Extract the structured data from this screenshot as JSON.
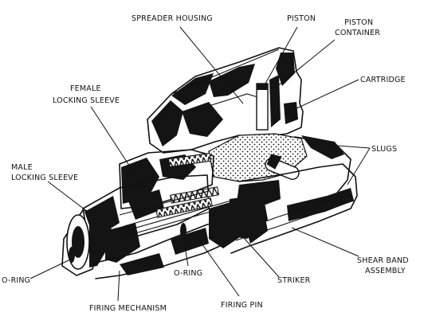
{
  "labels": {
    "spreader_housing": "SPREADER  HOUSING",
    "piston": "PISTON",
    "piston_container_1": "PISTON",
    "piston_container_2": "CONTAINER",
    "cartridge": "CARTRIDGE",
    "slugs": "SLUGS",
    "female_sleeve_1": "FEMALE",
    "female_sleeve_2": "LOCKING SLEEVE",
    "male_sleeve_1": "MALE",
    "male_sleeve_2": "LOCKING SLEEVE",
    "o_ring_left": "O-RING",
    "o_ring_mid": "O-RING",
    "firing_mechanism": "FIRING MECHANISM",
    "firing_pin": "FIRING PIN",
    "striker": "STRIKER",
    "shear_band_1": "SHEAR BAND",
    "shear_band_2": "ASSEMBLY"
  },
  "colors": {
    "ink": "#141414",
    "paper": "#ffffff"
  }
}
